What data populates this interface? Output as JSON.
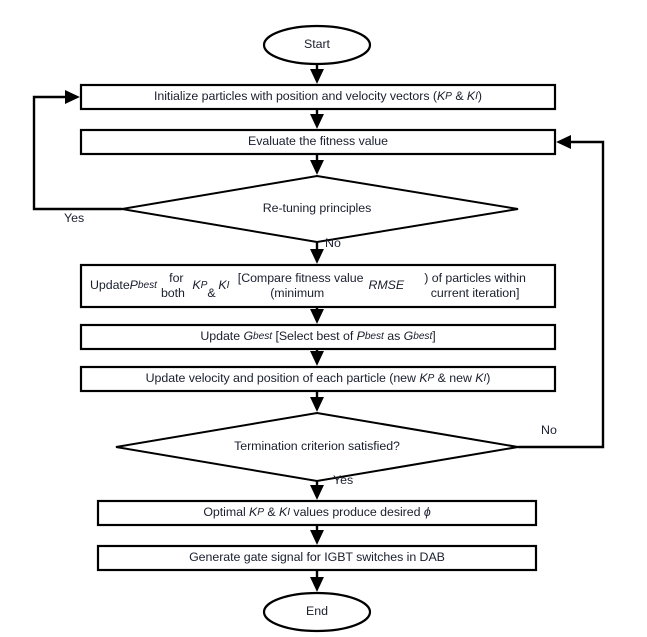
{
  "diagram": {
    "type": "flowchart",
    "title": "PSO based PI tuning flowchart for DAB converter",
    "nodes": [
      {
        "id": "start",
        "shape": "ellipse",
        "label": "Start"
      },
      {
        "id": "init",
        "shape": "process",
        "label": "Initialize particles with position and velocity vectors (KP & KI)",
        "label_html": "Initialize particles with position and velocity vectors (<i>K</i><span class=\"sub\">P</span> &amp; <i>K</i><span class=\"sub\">I</span>)"
      },
      {
        "id": "evaluate",
        "shape": "process",
        "label": "Evaluate the fitness value",
        "label_html": "Evaluate the fitness value"
      },
      {
        "id": "retune",
        "shape": "decision",
        "label": "Re-tuning principles",
        "label_html": "Re-tuning principles"
      },
      {
        "id": "pbest",
        "shape": "process",
        "label": "Update Pbest for both KP & KI [Compare fitness value (minimum RMSE) of particles within current iteration]",
        "label_html": "Update <i>P</i><span class=\"sub\">best</span> for both <i>K</i><span class=\"sub\">P</span> &amp; <i>K</i><span class=\"sub\">I</span> [Compare fitness value (minimum <i>RMSE</i>) of particles within current iteration]"
      },
      {
        "id": "gbest",
        "shape": "process",
        "label": "Update Gbest [Select best of Pbest as Gbest]",
        "label_html": "Update <i>G</i><span class=\"sub\">best</span> [Select best of <i>P</i><span class=\"sub\">best</span> as <i>G</i><span class=\"sub\">best</span>]"
      },
      {
        "id": "update-velocity",
        "shape": "process",
        "label": "Update velocity and position of each particle (new KP & new KI)",
        "label_html": "Update velocity and position of each particle (new <i>K</i><span class=\"sub\">P</span> &amp; new <i>K</i><span class=\"sub\">I</span>)"
      },
      {
        "id": "termination",
        "shape": "decision",
        "label": "Termination criterion satisfied?",
        "label_html": "Termination criterion satisfied?"
      },
      {
        "id": "optimal",
        "shape": "process",
        "label": "Optimal KP & KI values produce desired ϕ",
        "label_html": "Optimal <i>K</i><span class=\"sub\">P</span> &amp; <i>K</i><span class=\"sub\">I</span> values produce desired <i>ϕ</i>"
      },
      {
        "id": "gate-signal",
        "shape": "process",
        "label": "Generate gate signal for IGBT switches in DAB",
        "label_html": "Generate gate signal for IGBT switches in DAB"
      },
      {
        "id": "end",
        "shape": "ellipse",
        "label": "End"
      }
    ],
    "edge_labels": {
      "retune_yes": "Yes",
      "retune_no": "No",
      "termination_yes": "Yes",
      "termination_no": "No"
    },
    "colors": {
      "stroke": "#000000",
      "fill": "#ffffff",
      "text": "#1a1f2e",
      "background": "#ffffff"
    }
  }
}
